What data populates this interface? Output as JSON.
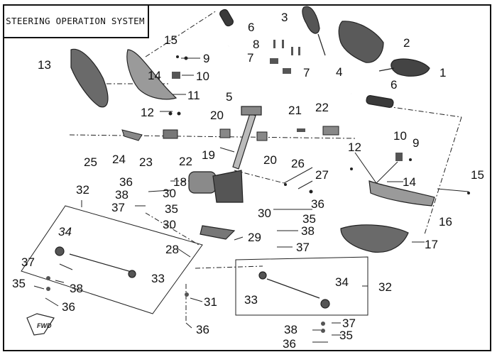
{
  "title": "STEERING OPERATION SYSTEM",
  "fwd_label": "FWD",
  "colors": {
    "line": "#222222",
    "part_dark": "#3a3a3a",
    "part_mid": "#7a7a7a",
    "part_light": "#bdbdbd"
  },
  "callouts": [
    "1",
    "2",
    "3",
    "4",
    "5",
    "6",
    "6",
    "7",
    "7",
    "8",
    "9",
    "9",
    "10",
    "10",
    "11",
    "12",
    "12",
    "13",
    "14",
    "14",
    "15",
    "15",
    "16",
    "17",
    "18",
    "19",
    "20",
    "20",
    "21",
    "22",
    "22",
    "23",
    "24",
    "25",
    "26",
    "27",
    "28",
    "29",
    "30",
    "30",
    "30",
    "31",
    "32",
    "32",
    "33",
    "33",
    "34",
    "34",
    "35",
    "35",
    "35",
    "35",
    "36",
    "36",
    "36",
    "36",
    "36",
    "37",
    "37",
    "37",
    "37",
    "38",
    "38",
    "38",
    "38"
  ]
}
